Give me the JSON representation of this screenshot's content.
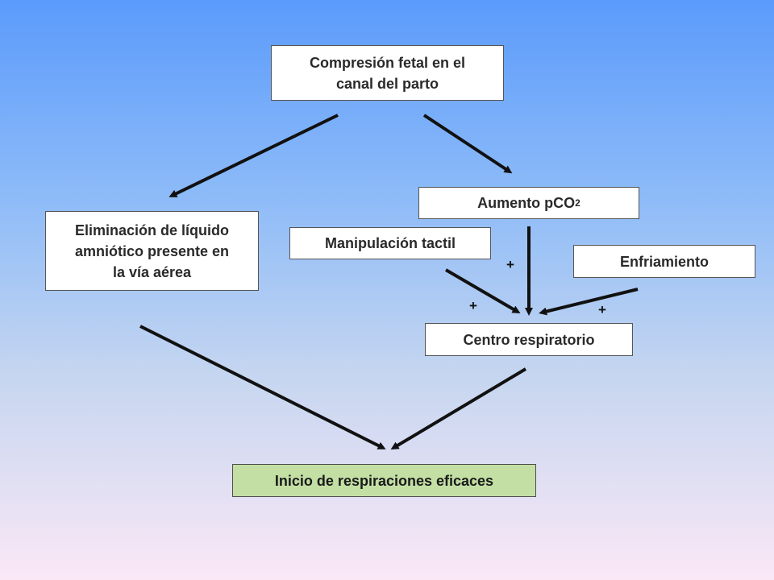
{
  "nodes": {
    "compresion": [
      "Compresión fetal en el",
      "canal del parto"
    ],
    "eliminacion": [
      "Eliminación de líquido",
      "amniótico presente en",
      "la vía aérea"
    ],
    "aumento": {
      "text": "Aumento pCO",
      "sub": "2"
    },
    "manipulacion": "Manipulación tactil",
    "enfriamiento": "Enfriamiento",
    "centro": "Centro respiratorio",
    "inicio": "Inicio de respiraciones eficaces"
  },
  "signs": {
    "aumento_to_centro": "+",
    "manipulacion_to_centro": "+",
    "enfriamiento_to_centro": "+"
  },
  "colors": {
    "background_top": "#5b9bfb",
    "background_bottom": "#fae8f6",
    "final_box_fill": "#c3dfa4",
    "arrow": "#111111"
  }
}
